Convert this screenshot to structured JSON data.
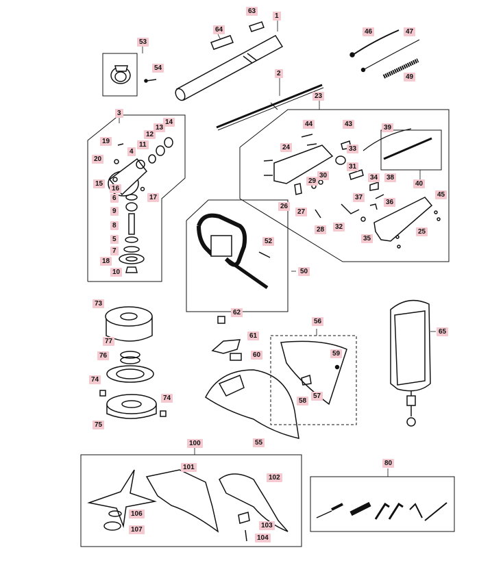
{
  "callouts": {
    "c1": "1",
    "c2": "2",
    "c3": "3",
    "c4": "4",
    "c5": "5",
    "c6": "6",
    "c7": "7",
    "c8": "8",
    "c9": "9",
    "c10": "10",
    "c11": "11",
    "c12": "12",
    "c13": "13",
    "c14": "14",
    "c15": "15",
    "c16": "16",
    "c17": "17",
    "c18": "18",
    "c19": "19",
    "c20": "20",
    "c23": "23",
    "c24": "24",
    "c25": "25",
    "c26": "26",
    "c27": "27",
    "c28": "28",
    "c29": "29",
    "c30": "30",
    "c31": "31",
    "c32": "32",
    "c33": "33",
    "c34": "34",
    "c35": "35",
    "c36": "36",
    "c37": "37",
    "c38": "38",
    "c39": "39",
    "c40": "40",
    "c43": "43",
    "c44": "44",
    "c45": "45",
    "c46": "46",
    "c47": "47",
    "c49": "49",
    "c50": "50",
    "c52": "52",
    "c53": "53",
    "c54": "54",
    "c55": "55",
    "c56": "56",
    "c57": "57",
    "c58": "58",
    "c59": "59",
    "c60": "60",
    "c61": "61",
    "c62": "62",
    "c63": "63",
    "c64": "64",
    "c65": "65",
    "c73": "73",
    "c74a": "74",
    "c74b": "74",
    "c75": "75",
    "c76": "76",
    "c77": "77",
    "c80": "80",
    "c100": "100",
    "c101": "101",
    "c102": "102",
    "c103": "103",
    "c104": "104",
    "c106": "106",
    "c107": "107"
  }
}
